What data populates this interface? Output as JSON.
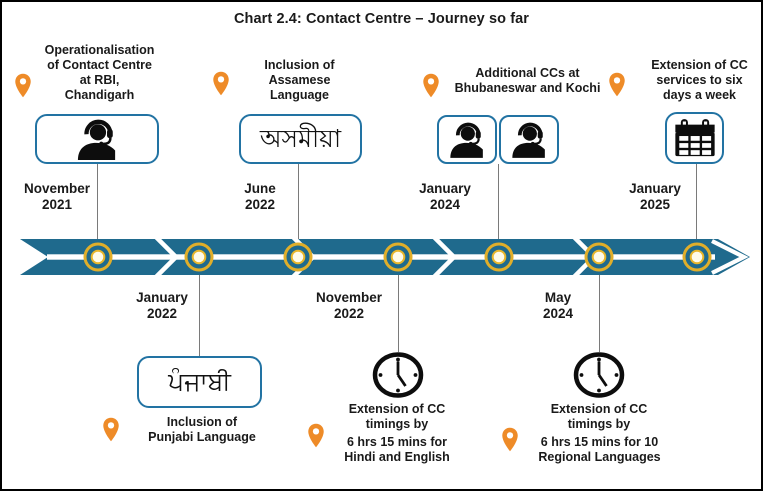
{
  "title": "Chart 2.4: Contact Centre – Journey so far",
  "colors": {
    "band_teal": "#1F6A8D",
    "box_border": "#2273A3",
    "marker_gold": "#E0AE2A",
    "marker_center": "#FEFBEA",
    "pin_orange": "#EE8B28",
    "text": "#1A1A1A",
    "connector_gray": "#7A7A7A"
  },
  "timeline": {
    "direction": "left-to-right",
    "milestone_count": 7,
    "style": "teal chevron arrow band with gold ring markers"
  },
  "events_top": [
    {
      "icon": "headset-agent",
      "label_lines": [
        "Operationalisation",
        "of Contact Centre",
        "at RBI,",
        "Chandigarh"
      ],
      "date": [
        "November",
        "2021"
      ]
    },
    {
      "icon": "language-box",
      "box_text": "অসমীয়া",
      "label_lines": [
        "Inclusion of",
        "Assamese",
        "Language"
      ],
      "date": [
        "June",
        "2022"
      ]
    },
    {
      "icon": "headset-agent, headset-agent",
      "label_lines": [
        "Additional CCs at",
        "Bhubaneswar and Kochi"
      ],
      "date": [
        "January",
        "2024"
      ]
    },
    {
      "icon": "calendar",
      "label_lines": [
        "Extension of CC",
        "services to six",
        "days a week"
      ],
      "date": [
        "January",
        "2025"
      ]
    }
  ],
  "events_bottom": [
    {
      "icon": "language-box",
      "box_text": "ਪੰਜਾਬੀ",
      "label_lines": [
        "Inclusion of",
        "Punjabi Language"
      ],
      "date": [
        "January",
        "2022"
      ]
    },
    {
      "icon": "clock",
      "label_lines": [
        "Extension of CC",
        "timings by"
      ],
      "sub_lines": [
        "6 hrs 15 mins for",
        "Hindi and English"
      ],
      "date": [
        "November",
        "2022"
      ]
    },
    {
      "icon": "clock",
      "label_lines": [
        "Extension of CC",
        "timings by"
      ],
      "sub_lines": [
        "6 hrs 15 mins for 10",
        "Regional Languages"
      ],
      "date": [
        "May",
        "2024"
      ]
    }
  ]
}
